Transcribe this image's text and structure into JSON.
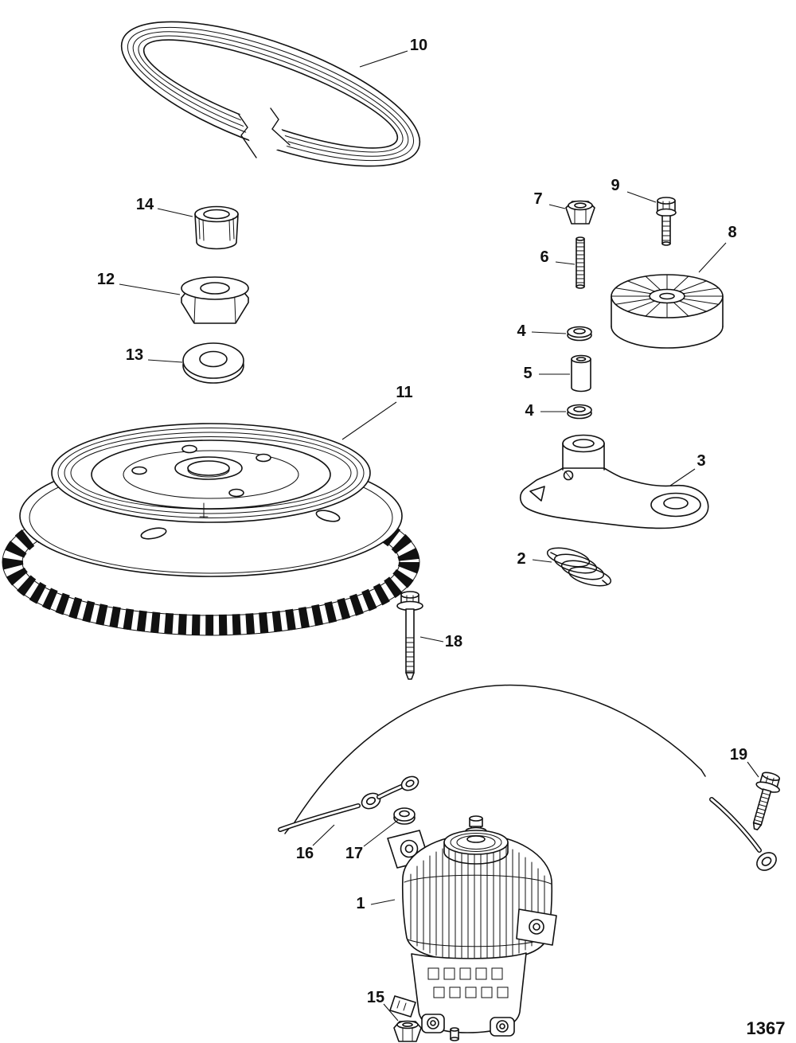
{
  "figure": {
    "number": "1367"
  },
  "callouts": [
    {
      "label": "10",
      "part": "serpentine-belt"
    },
    {
      "label": "14",
      "part": "spacer-bushing"
    },
    {
      "label": "12",
      "part": "flywheel-nut"
    },
    {
      "label": "13",
      "part": "flywheel-washer"
    },
    {
      "label": "11",
      "part": "flywheel"
    },
    {
      "label": "7",
      "part": "tensioner-nut"
    },
    {
      "label": "9",
      "part": "pulley-bolt"
    },
    {
      "label": "6",
      "part": "tensioner-stud"
    },
    {
      "label": "8",
      "part": "idler-pulley"
    },
    {
      "label": "4",
      "part": "washer-upper"
    },
    {
      "label": "5",
      "part": "tensioner-spacer"
    },
    {
      "label": "4",
      "part": "washer-lower"
    },
    {
      "label": "3",
      "part": "tensioner-bracket"
    },
    {
      "label": "2",
      "part": "tensioner-spring"
    },
    {
      "label": "18",
      "part": "alternator-bolt"
    },
    {
      "label": "19",
      "part": "ground-bolt"
    },
    {
      "label": "16",
      "part": "ground-wire"
    },
    {
      "label": "17",
      "part": "alternator-washer"
    },
    {
      "label": "1",
      "part": "alternator"
    },
    {
      "label": "15",
      "part": "alternator-nut"
    }
  ]
}
